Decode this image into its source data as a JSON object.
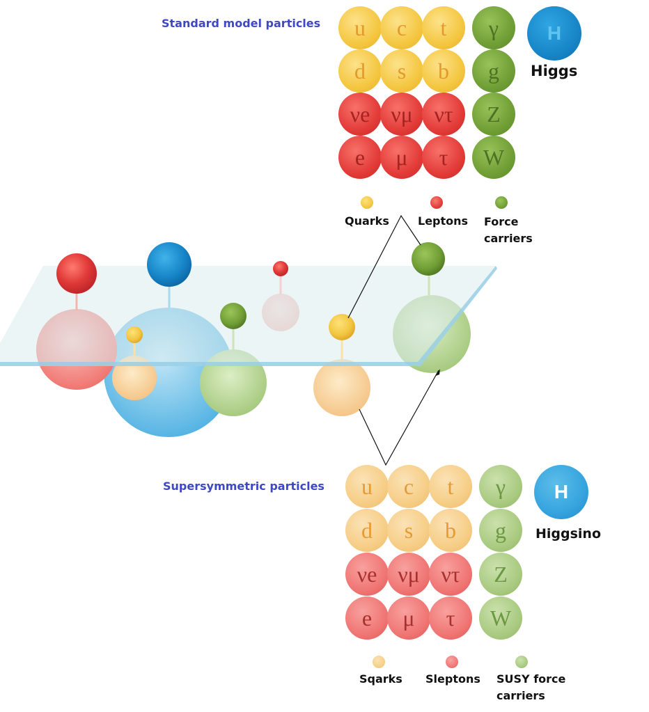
{
  "titles": {
    "standard": "Standard model particles",
    "susy": "Supersymmetric particles"
  },
  "colors": {
    "quark": "#f2c540",
    "lepton": "#e03a38",
    "force": "#6f9e35",
    "higgs": "#1e8fd0",
    "quark_text": "#e39a2c",
    "lepton_text": "#a52320",
    "force_text": "#4c7324",
    "higgs_text": "#5fc4ef",
    "squark": "#f6cf86",
    "slepton": "#ef7573",
    "susy_force": "#a7c97e",
    "higgsino": "#36a4df",
    "title": "#3f48c4",
    "plane": "#dcecef"
  },
  "standard_model": {
    "quarks": [
      "u",
      "c",
      "t",
      "d",
      "s",
      "b"
    ],
    "leptons": [
      "νe",
      "νμ",
      "ντ",
      "e",
      "μ",
      "τ"
    ],
    "forces": [
      "γ",
      "g",
      "Z",
      "W"
    ],
    "higgs_symbol": "H",
    "higgs_label": "Higgs"
  },
  "supersymmetric": {
    "squarks": [
      "u",
      "c",
      "t",
      "d",
      "s",
      "b"
    ],
    "sleptons": [
      "νe",
      "νμ",
      "ντ",
      "e",
      "μ",
      "τ"
    ],
    "forces": [
      "γ",
      "g",
      "Z",
      "W"
    ],
    "higgsino_symbol": "H",
    "higgsino_label": "Higgsino"
  },
  "legend_top": {
    "quarks": "Quarks",
    "leptons": "Leptons",
    "force_line1": "Force",
    "force_line2": "carriers"
  },
  "legend_bottom": {
    "squarks": "Sqarks",
    "sleptons": "Sleptons",
    "force_line1": "SUSY force",
    "force_line2": "carriers"
  }
}
